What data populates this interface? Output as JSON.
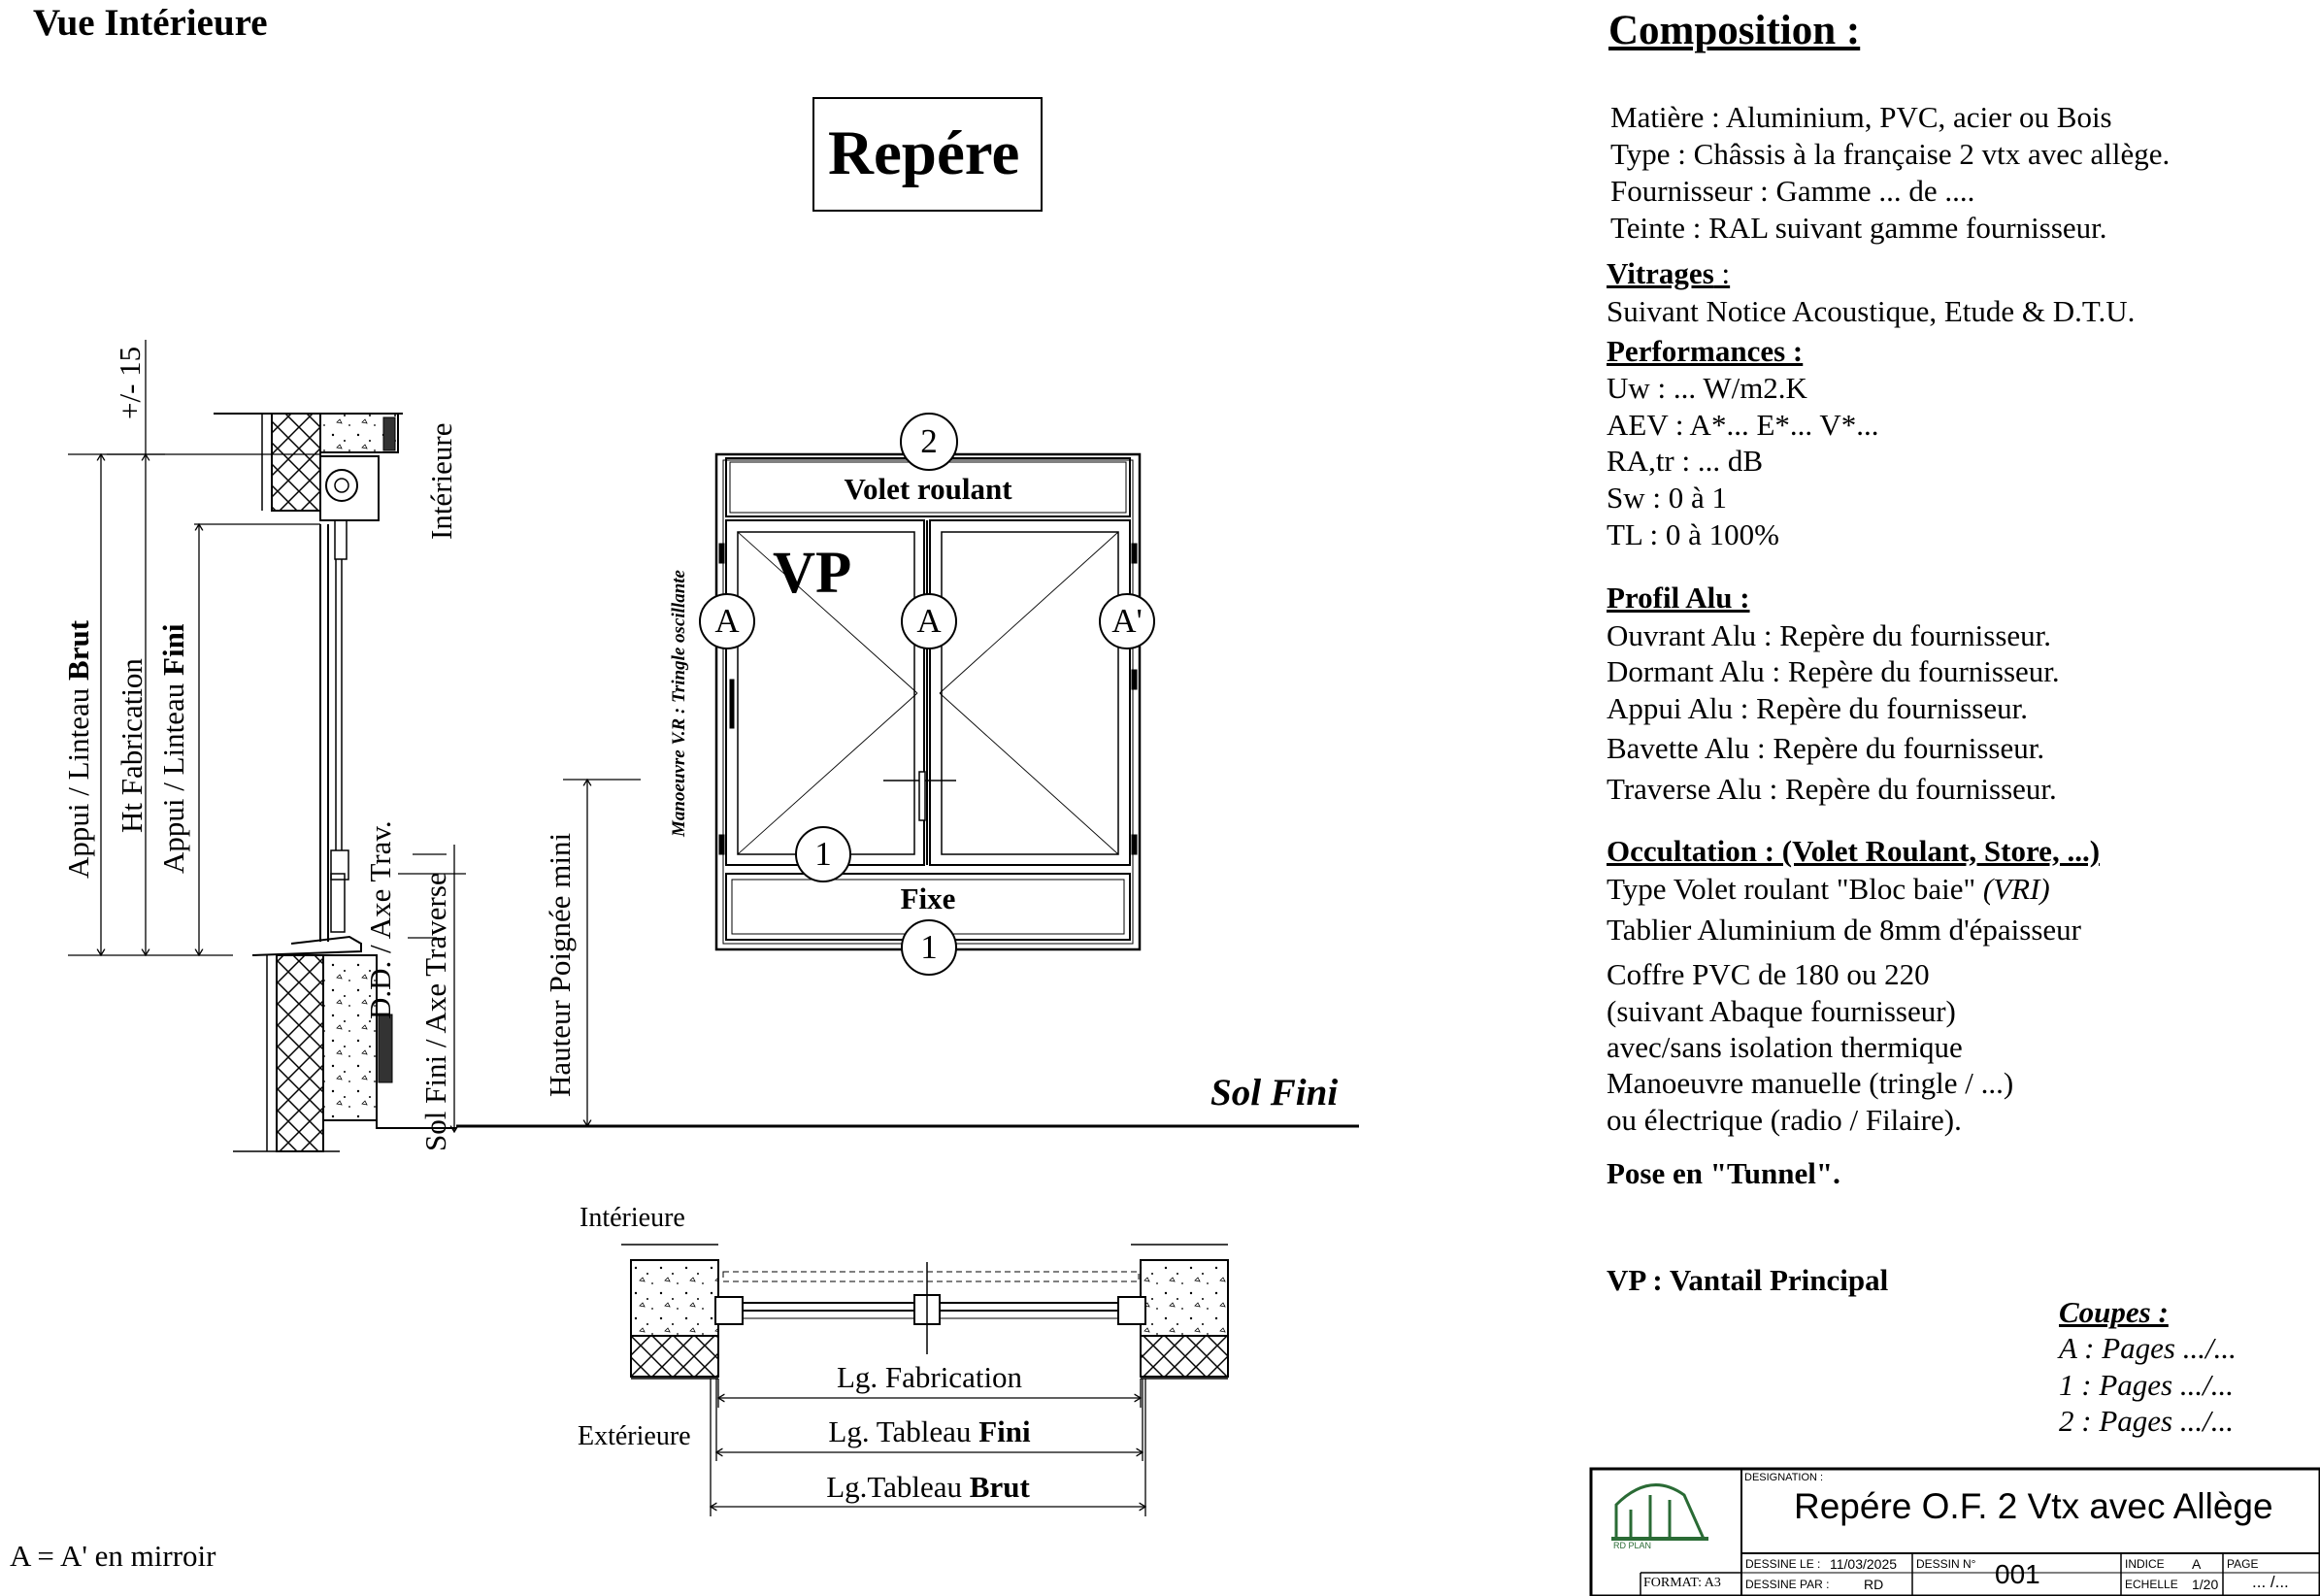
{
  "header": {
    "title": "Vue Intérieure"
  },
  "repere_box": {
    "label": "Repére"
  },
  "drawing": {
    "interieure_top": "Intérieure",
    "tolerance": "+/- 15",
    "appui_brut": {
      "normal": "Appui / Linteau ",
      "bold": "Brut"
    },
    "ht_fabrication": "Ht Fabrication",
    "appui_fini": {
      "normal": "Appui / Linteau ",
      "bold": "Fini"
    },
    "dd_axe": "D.D. / Axe Trav.",
    "sol_axe": "Sol Fini / Axe Traverse",
    "hauteur_poignee": "Hauteur Poignée mini",
    "manoeuvre_vr": "Manoeuvre V.R : Tringle oscillante",
    "volet_roulant": "Volet roulant",
    "vp": "VP",
    "fixe": "Fixe",
    "sol_fini": "Sol Fini",
    "marker_2": "2",
    "marker_a": "A",
    "marker_a_prime": "A'",
    "marker_1": "1",
    "plan_interieure": "Intérieure",
    "plan_exterieure": "Extérieure",
    "lg_fabrication": "Lg. Fabrication",
    "lg_tableau_fini": {
      "normal": "Lg. Tableau ",
      "bold": "Fini"
    },
    "lg_tableau_brut": {
      "normal": "Lg.Tableau ",
      "bold": "Brut"
    },
    "mirror_note": "A = A' en mirroir"
  },
  "composition": {
    "heading": "Composition :",
    "lines": [
      "Matière : Aluminium, PVC, acier ou Bois",
      "Type : Châssis à la française 2 vtx avec allège.",
      "Fournisseur : Gamme ... de ....",
      "Teinte : RAL suivant gamme fournisseur."
    ],
    "vitrages_heading": "Vitrages",
    "vitrages_colon": " :",
    "vitrages_text": "Suivant Notice Acoustique, Etude & D.T.U.",
    "performances_heading": "Performances :",
    "performances": [
      "Uw : ... W/m2.K",
      "AEV : A*... E*... V*...",
      "RA,tr : ... dB",
      "Sw : 0 à 1",
      "TL : 0 à 100%"
    ],
    "profil_heading": "Profil Alu :",
    "profil": [
      "Ouvrant Alu : Repère du fournisseur.",
      "Dormant Alu : Repère du fournisseur.",
      "Appui Alu : Repère du fournisseur.",
      "Bavette Alu : Repère du fournisseur.",
      "Traverse Alu : Repère du fournisseur."
    ],
    "occultation_heading": "Occultation : (Volet Roulant, Store, ...)",
    "occultation_type": "Type Volet roulant \"Bloc baie\" ",
    "occultation_type_it": "(VRI)",
    "occultation": [
      "Tablier Aluminium de 8mm d'épaisseur",
      "Coffre PVC de 180 ou 220",
      "(suivant Abaque fournisseur)",
      "avec/sans isolation thermique",
      "Manoeuvre manuelle (tringle / ...)",
      "ou électrique (radio / Filaire)."
    ],
    "pose": "Pose en \"Tunnel\".",
    "vp_note": "VP : Vantail Principal"
  },
  "coupes": {
    "heading": "Coupes :",
    "items": [
      "A : Pages .../...",
      "1 : Pages .../...",
      "2 : Pages .../..."
    ]
  },
  "cartouche": {
    "logo_text": "RD PLAN",
    "designation_label": "DESIGNATION :",
    "designation": "Repére O.F. 2 Vtx avec Allège",
    "dessine_le_label": "DESSINE LE :",
    "dessine_le": "11/03/2025",
    "dessin_no_label": "DESSIN N°",
    "dessin_no": "001",
    "indice_label": "INDICE",
    "indice": "A",
    "page_label": "PAGE",
    "page_value": "... /...",
    "format": "FORMAT: A3",
    "dessine_par_label": "DESSINE PAR :",
    "dessine_par": "RD",
    "echelle_label": "ECHELLE",
    "echelle": "1/20"
  }
}
